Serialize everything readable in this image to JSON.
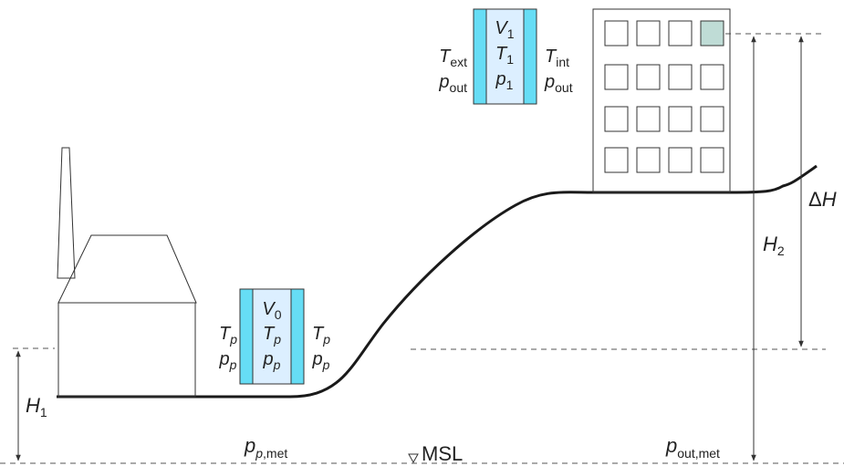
{
  "colors": {
    "insulation": "#66ddf5",
    "air_cell": "#dcefff",
    "window_highlight": "#bfdcd6",
    "ground": "#1a1a1a",
    "outline": "#333333"
  },
  "icons": {
    "sea_level": "triangle-down",
    "dimension_arrow": "arrowhead"
  },
  "labels": {
    "h1": "H",
    "h1_sub": "1",
    "h2": "H",
    "h2_sub": "2",
    "delta_sym": "Δ",
    "delta_h": "H",
    "msl": "MSL",
    "p_base": "p",
    "p_p_met_sub1": "p",
    "p_p_met_sub2": ",met",
    "p_out_met_sub": "out,met"
  },
  "vessel_low": {
    "center_v": "V",
    "center_v_sub": "0",
    "center_t": "T",
    "center_t_sub": "p",
    "center_p": "p",
    "center_p_sub": "p",
    "left_t": "T",
    "left_t_sub": "p",
    "left_p": "p",
    "left_p_sub": "p",
    "right_t": "T",
    "right_t_sub": "p",
    "right_p": "p",
    "right_p_sub": "p"
  },
  "vessel_high": {
    "center_v": "V",
    "center_v_sub": "1",
    "center_t": "T",
    "center_t_sub": "1",
    "center_p": "p",
    "center_p_sub": "1",
    "left_t": "T",
    "left_t_sub": "ext",
    "left_p": "p",
    "left_p_sub": "out",
    "right_t": "T",
    "right_t_sub": "int",
    "right_p": "p",
    "right_p_sub": "out"
  }
}
